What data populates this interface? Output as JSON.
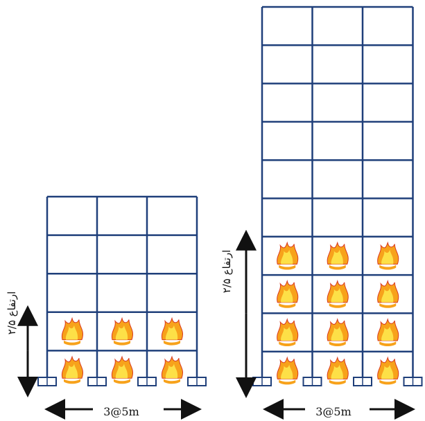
{
  "colors": {
    "frame": "#1f3f7a",
    "support_fill": "#ffffff",
    "support_stroke": "#1f3f7a",
    "arrow": "#111111",
    "flame_outer": "#f7a21b",
    "flame_inner": "#fde047",
    "flame_red": "#d9381e"
  },
  "frames": [
    {
      "id": "short-frame",
      "bays": 3,
      "stories": 5,
      "fire_floors": 2,
      "span_label": "3@5m",
      "height_label": "ارتفاع ۲/۵"
    },
    {
      "id": "tall-frame",
      "bays": 3,
      "stories": 10,
      "fire_floors": 4,
      "span_label": "3@5m",
      "height_label": "ارتفاع ۲/۵"
    }
  ]
}
